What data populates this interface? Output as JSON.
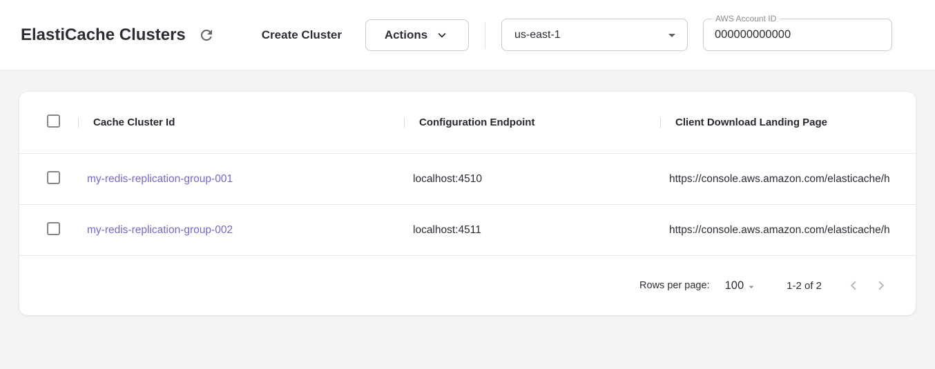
{
  "header": {
    "title": "ElastiCache Clusters",
    "create_cluster_label": "Create Cluster",
    "actions_label": "Actions",
    "region": "us-east-1",
    "account_field": {
      "label": "AWS Account ID",
      "value": "000000000000"
    }
  },
  "table": {
    "columns": {
      "cluster_id": "Cache Cluster Id",
      "endpoint": "Configuration Endpoint",
      "landing_page": "Client Download Landing Page"
    },
    "rows": [
      {
        "cluster_id": "my-redis-replication-group-001",
        "endpoint": "localhost:4510",
        "landing_page": "https://console.aws.amazon.com/elasticache/h"
      },
      {
        "cluster_id": "my-redis-replication-group-002",
        "endpoint": "localhost:4511",
        "landing_page": "https://console.aws.amazon.com/elasticache/h"
      }
    ],
    "pagination": {
      "rows_per_page_label": "Rows per page:",
      "rows_per_page_value": "100",
      "range_label": "1-2 of 2"
    }
  },
  "icons": {
    "refresh": "refresh-icon",
    "chevron_down": "chevron-down-icon",
    "dropdown_arrow": "arrow-dropdown-icon",
    "chevron_left": "chevron-left-icon",
    "chevron_right": "chevron-right-icon"
  },
  "colors": {
    "link": "#7568c4",
    "text": "#2c2c35",
    "button_border": "#c9c9cf",
    "row_divider": "#e7e7ea",
    "page_background": "#f4f4f6",
    "disabled_icon": "#bcbcc2"
  }
}
